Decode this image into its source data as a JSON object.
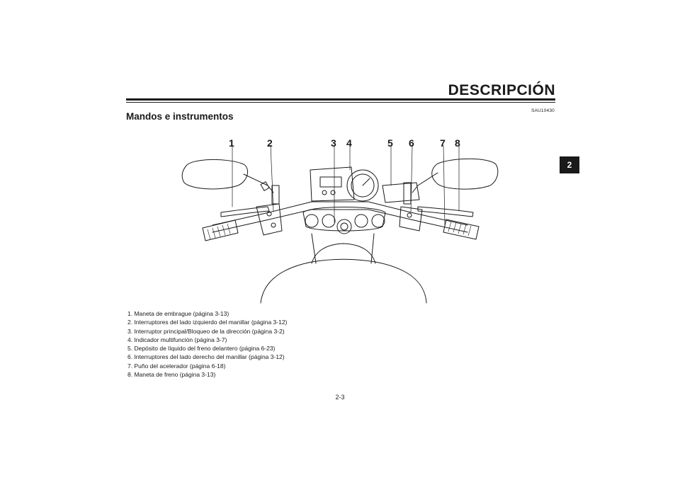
{
  "header": {
    "section_title": "DESCRIPCIÓN",
    "chapter_tab": "2"
  },
  "section": {
    "code": "SAU10430",
    "heading": "Mandos e instrumentos"
  },
  "figure": {
    "callouts": [
      "1",
      "2",
      "3",
      "4",
      "5",
      "6",
      "7",
      "8"
    ]
  },
  "legend": {
    "items": [
      "1. Maneta de embrague (página 3-13)",
      "2. Interruptores del lado izquierdo del manillar (página 3-12)",
      "3. Interruptor principal/Bloqueo de la dirección (página 3-2)",
      "4. Indicador multifunción (página 3-7)",
      "5. Depósito de líquido del freno delantero (página 6-23)",
      "6. Interruptores del lado derecho del manillar (página 3-12)",
      "7. Puño del acelerador (página 6-18)",
      "8. Maneta de freno (página 3-13)"
    ]
  },
  "footer": {
    "page_number": "2-3"
  }
}
